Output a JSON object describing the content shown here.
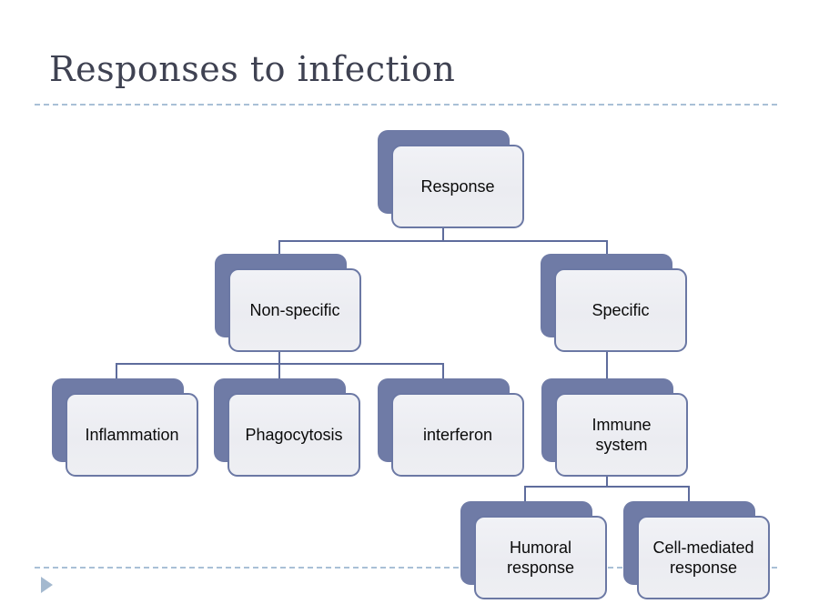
{
  "slide": {
    "title": "Responses to infection",
    "colors": {
      "accent": "#6F7BA6",
      "node_border": "#6B78A4",
      "connector": "#5E6C9C",
      "dashed_rule": "#A9C0D6",
      "nav_arrow": "#A4B9CF",
      "title_text": "#3F4252",
      "node_text": "#0B0B0B"
    }
  },
  "diagram": {
    "type": "hierarchy",
    "nodes": [
      {
        "id": "response",
        "label": "Response",
        "level": 1,
        "parent": null
      },
      {
        "id": "non-specific",
        "label": "Non-specific",
        "level": 2,
        "parent": "response"
      },
      {
        "id": "specific",
        "label": "Specific",
        "level": 2,
        "parent": "response"
      },
      {
        "id": "inflammation",
        "label": "Inflammation",
        "level": 3,
        "parent": "non-specific"
      },
      {
        "id": "phagocytosis",
        "label": "Phagocytosis",
        "level": 3,
        "parent": "non-specific"
      },
      {
        "id": "interferon",
        "label": "interferon",
        "level": 3,
        "parent": "non-specific"
      },
      {
        "id": "immune-system",
        "label": "Immune\nsystem",
        "level": 3,
        "parent": "specific"
      },
      {
        "id": "humoral-response",
        "label": "Humoral\nresponse",
        "level": 4,
        "parent": "immune-system"
      },
      {
        "id": "cell-mediated-response",
        "label": "Cell-mediated\nresponse",
        "level": 4,
        "parent": "immune-system"
      }
    ]
  },
  "footer": {
    "nav_icon": "play-triangle-icon"
  }
}
